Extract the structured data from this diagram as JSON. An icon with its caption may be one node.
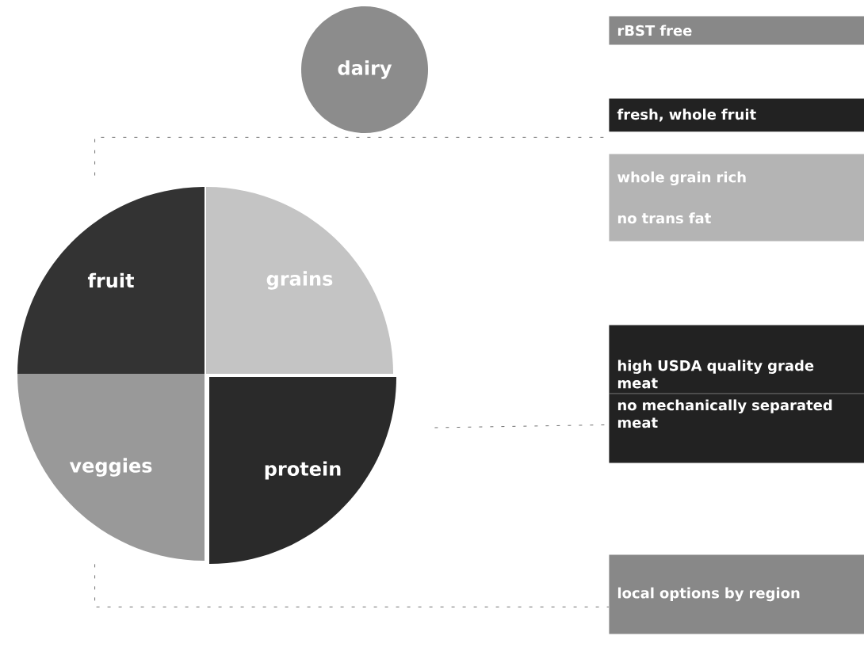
{
  "diagram": {
    "nodes": [
      {
        "text": [
          "dairy"
        ]
      },
      {
        "text": [
          "fruit"
        ]
      },
      {
        "text": [
          "grains"
        ]
      },
      {
        "text": [
          "veggies"
        ]
      },
      {
        "text": [
          "protein"
        ]
      },
      {
        "text": [
          "rBST free"
        ]
      },
      {
        "text": [
          "fresh, whole fruit"
        ]
      },
      {
        "text": [
          "whole grain rich",
          "no trans fat"
        ]
      },
      {
        "text": [
          "high USDA quality grade meat",
          "no mechanically separated meat"
        ]
      },
      {
        "text": [
          "local options by region"
        ]
      }
    ],
    "edges": [
      {
        "from": 1,
        "to": 6,
        "arrow": "none",
        "style": "dashed"
      },
      {
        "from": 4,
        "to": 8,
        "arrow": "none",
        "style": "dashed"
      },
      {
        "from": 3,
        "to": 9,
        "arrow": "none",
        "style": "dashed"
      }
    ]
  }
}
